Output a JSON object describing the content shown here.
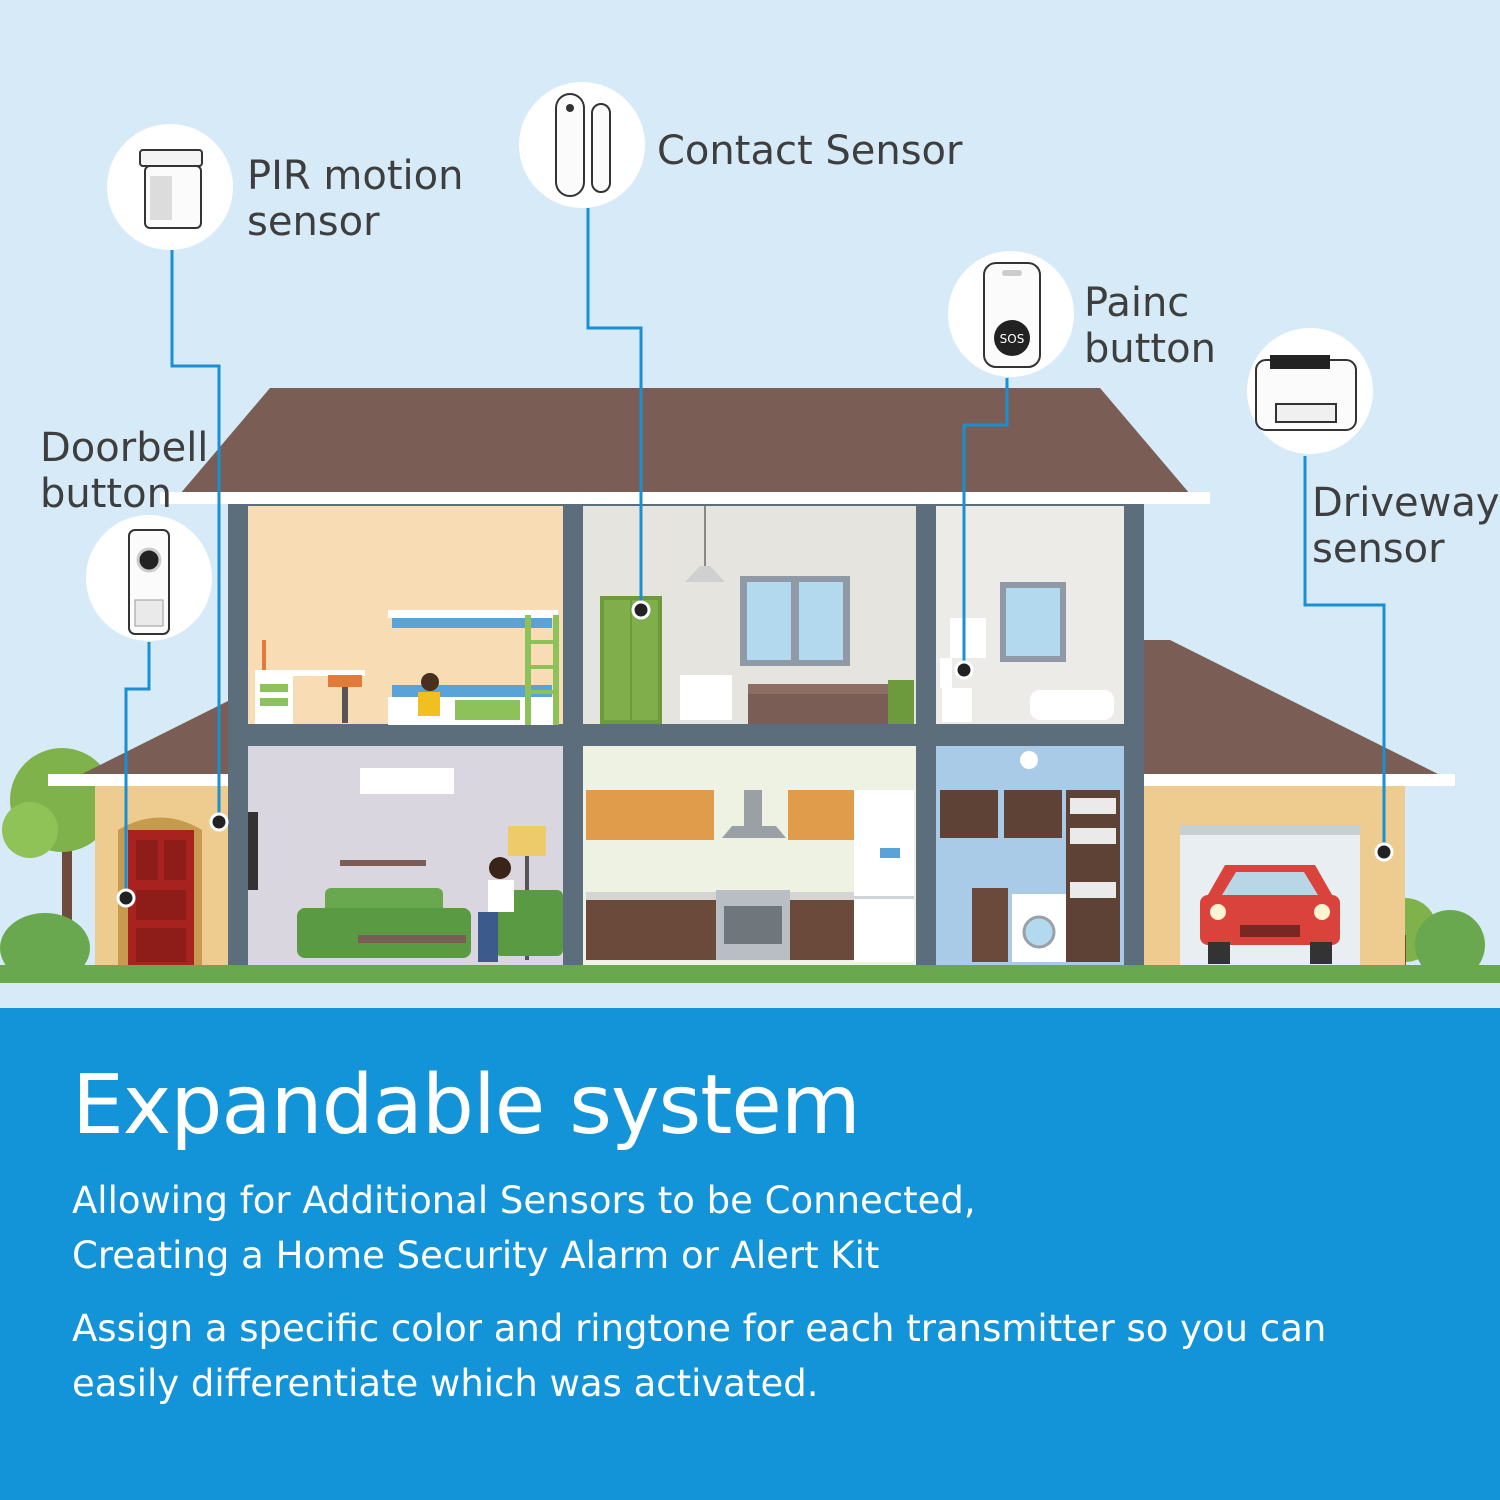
{
  "labels": {
    "pir": [
      "PIR motion",
      "sensor"
    ],
    "contact": [
      "Contact Sensor"
    ],
    "panic": [
      "Painc",
      "button"
    ],
    "doorbell": [
      "Doorbell",
      "button"
    ],
    "driveway": [
      "Driveway",
      "sensor"
    ]
  },
  "panic_button_text": "SOS",
  "banner": {
    "headline": "Expandable system",
    "lines1": [
      "Allowing for Additional Sensors to be Connected,",
      "Creating a Home Security Alarm or Alert Kit"
    ],
    "lines2": [
      "Assign a specific color and ringtone for each transmitter so you can",
      "easily differentiate which was activated."
    ]
  },
  "colors": {
    "sky": "#d6ebf7",
    "roof": "#7a5d54",
    "wall_frame": "#5c6d7c",
    "connector": "#1a8fd1",
    "banner": "#1394d8",
    "grass": "#6aa84f",
    "car": "#d9433c",
    "door": "#a8231f"
  }
}
